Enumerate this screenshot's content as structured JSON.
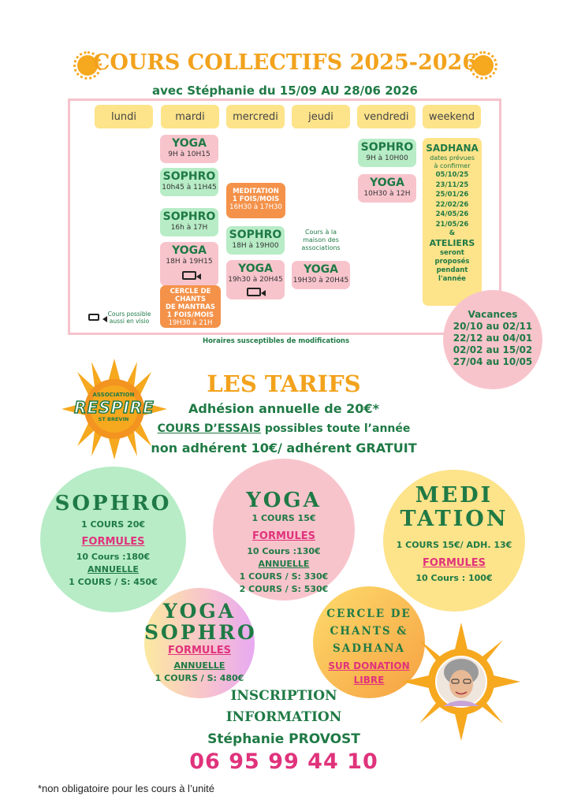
{
  "header": {
    "title": "COURS COLLECTIFS  2025-2026",
    "subtitle": "avec Stéphanie du 15/09 AU 28/06 2026"
  },
  "schedule": {
    "days": [
      "lundi",
      "mardi",
      "mercredi",
      "jeudi",
      "vendredi",
      "weekend"
    ],
    "mardi": [
      {
        "name": "YOGA",
        "time": "9H à 10H15"
      },
      {
        "name": "SOPHRO",
        "time": "10h45 à 11H45"
      },
      {
        "name": "SOPHRO",
        "time": "16h à 17H"
      },
      {
        "name": "YOGA",
        "time": "18H à 19H15"
      },
      {
        "line1": "CERCLE DE",
        "line2": "CHANTS",
        "line3": "DE MANTRAS",
        "line4": "1 FOIS/MOIS",
        "time": "19H30 à 21H"
      }
    ],
    "mercredi": [
      {
        "line1": "MEDITATION",
        "line2": "1 FOIS/MOIS",
        "time": "16H30 à 17H30"
      },
      {
        "name": "SOPHRO",
        "time": "18H à 19H00"
      },
      {
        "name": "YOGA",
        "time": "19h30 à 20H45"
      }
    ],
    "jeudi": {
      "note1": "Cours à la",
      "note2": "maison des",
      "note3": "associations",
      "name": "YOGA",
      "time": "19H30 à 20H45"
    },
    "vendredi": [
      {
        "name": "SOPHRO",
        "time": "9H à 10H00"
      },
      {
        "name": "YOGA",
        "time": "10H30 à 12H"
      }
    ],
    "weekend": {
      "title": "SADHANA",
      "note1": "dates prévues",
      "note2": "à confirmer",
      "dates": [
        "05/10/25",
        "23/11/25",
        "25/01/26",
        "22/02/26",
        "24/05/26",
        "21/05/26"
      ],
      "amp": "&",
      "ateliers": "ATELIERS",
      "s1": "seront",
      "s2": "proposés",
      "s3": "pendant",
      "s4": "l'année"
    },
    "visio1": "Cours possible",
    "visio2": "aussi en visio",
    "disclaimer": "Horaires susceptibles de modifications"
  },
  "vacances": {
    "title": "Vacances",
    "periods": [
      "20/10 au 02/11",
      "22/12 au 04/01",
      "02/02 au 15/02",
      "27/04 au 10/05"
    ]
  },
  "logo": {
    "top": "ASSOCIATION",
    "name": "RESPIRE",
    "bottom": "ST BREVIN"
  },
  "tarifs": {
    "title": "LES TARIFS",
    "adhesion": "Adhésion annuelle de 20€*",
    "essai_link": "COURS D’ESSAIS",
    "essai_rest": "possibles toute l’année",
    "non_adherent": "non adhérent 10€/ adhérent GRATUIT"
  },
  "sophro": {
    "t": "SOPHRO",
    "p": "1 COURS 20€",
    "f": "FORMULES",
    "l1": "10 Cours :180€",
    "l2": "ANNUELLE",
    "l3": "1 COURS / S: 450€"
  },
  "yoga": {
    "t": "YOGA",
    "p": "1 COURS 15€",
    "f": "FORMULES",
    "l1": "10 Cours :130€",
    "l2": "ANNUELLE",
    "l3": "1 COURS / S: 330€",
    "l4": "2 COURS / S: 530€"
  },
  "medi": {
    "t1": "MEDI",
    "t2": "TATION",
    "p": "1 COURS 15€/ ADH. 13€",
    "f": "FORMULES",
    "l1": "10 Cours : 100€"
  },
  "yogasophro": {
    "t1": "YOGA",
    "t2": "SOPHRO",
    "f": "FORMULES",
    "l2": "ANNUELLE",
    "l3": "1 COURS / S: 480€"
  },
  "cercle": {
    "t1": "CERCLE DE",
    "t2": "CHANTS &",
    "t3": "SADHANA",
    "d1": "SUR DONATION",
    "d2": "LIBRE"
  },
  "contact": {
    "l1": "INSCRIPTION",
    "l2": "INFORMATION",
    "name": "Stéphanie PROVOST",
    "phone": "06 95 99 44 10"
  },
  "footnote": "*non obligatoire pour les cours à l’unité",
  "colors": {
    "green": "#1f7a45",
    "orange": "#f2a21c",
    "pink": "#f8c4cc",
    "magenta": "#e0337c"
  }
}
